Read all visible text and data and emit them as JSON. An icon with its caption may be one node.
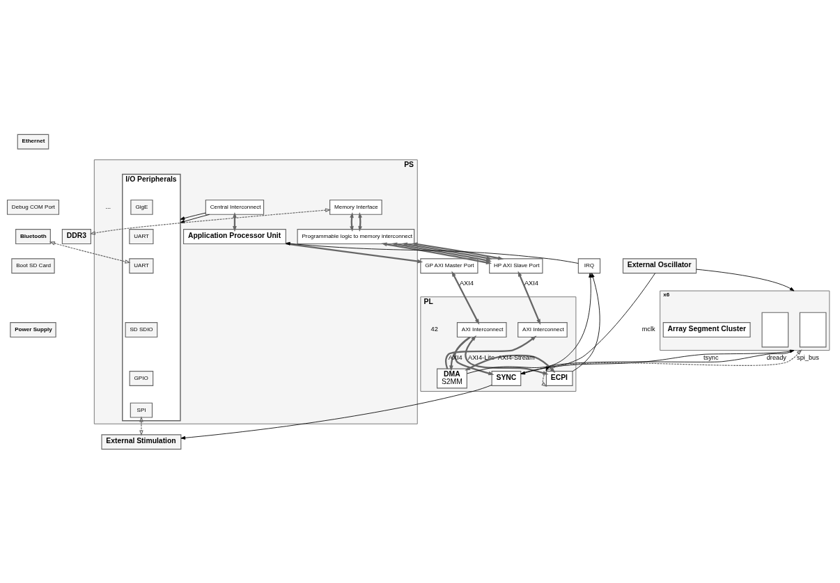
{
  "diagram": {
    "nodes": [
      {
        "text": [
          "Ethernet"
        ]
      },
      {
        "text": [
          "Debug COM Port"
        ]
      },
      {
        "text": [
          "Bluetooth"
        ]
      },
      {
        "text": [
          "Boot SD Card"
        ]
      },
      {
        "text": [
          "Power Supply"
        ]
      },
      {
        "text": [
          "PS"
        ]
      },
      {
        "text": [
          "I/O Peripherals"
        ],
        "in": 5
      },
      {
        "text": [
          "GigE"
        ],
        "in": 6
      },
      {
        "text": [
          "UART"
        ],
        "in": 6
      },
      {
        "text": [
          "UART"
        ],
        "in": 6
      },
      {
        "text": [
          "SD SDIO"
        ],
        "in": 6
      },
      {
        "text": [
          "GPIO"
        ],
        "in": 6
      },
      {
        "text": [
          "SPI"
        ],
        "in": 6
      },
      {
        "text": [
          "Central Interconnect"
        ],
        "in": 5
      },
      {
        "text": [
          "Application Processor Unit"
        ],
        "in": 5
      },
      {
        "text": [
          "Memory Interface"
        ],
        "in": 5
      },
      {
        "text": [
          "Programmable logic to memory interconnect"
        ],
        "in": 5
      },
      {
        "text": [
          "GP AXI Master Port"
        ]
      },
      {
        "text": [
          "HP AXI Slave Port"
        ]
      },
      {
        "text": [
          "IRQ"
        ]
      },
      {
        "text": [
          "DDR3"
        ]
      },
      {
        "text": [
          "PL"
        ]
      },
      {
        "text": [
          "AXI Interconnect"
        ],
        "in": 21
      },
      {
        "text": [
          "AXI Interconnect"
        ],
        "in": 21
      },
      {
        "text": [
          "SYNC"
        ],
        "in": 21
      },
      {
        "text": [
          "DMA",
          "S2MM"
        ],
        "in": 21
      },
      {
        "text": [
          "ECPI"
        ],
        "in": 21
      },
      {
        "text": [
          "External Oscillator"
        ]
      },
      {
        "text": [
          "External Stimulation"
        ]
      },
      {
        "text": [
          "x6"
        ]
      },
      {
        "text": [],
        "shape": "box",
        "in": 29
      },
      {
        "text": [],
        "shape": "box",
        "in": 29
      },
      {
        "text": [
          "Array Segment Cluster"
        ],
        "in": 29
      }
    ],
    "edges": [
      {
        "from": 13,
        "to": 6,
        "arrow": "to",
        "color": "#000000"
      },
      {
        "from": 13,
        "to": 6,
        "arrow": "to",
        "color": "#000000"
      },
      {
        "from": 13,
        "to": 14,
        "arrow": "both"
      },
      {
        "from": 14,
        "to": 17,
        "arrow": "to"
      },
      {
        "from": 2,
        "to": 9,
        "arrow": "both",
        "style": "dashed"
      },
      {
        "from": 12,
        "to": 28,
        "arrow": "both",
        "style": "dashed"
      },
      {
        "from": 15,
        "to": 20,
        "arrow": "both",
        "style": "dashed"
      },
      {
        "from": 15,
        "to": 16,
        "arrow": "both"
      },
      {
        "from": 15,
        "to": 16,
        "arrow": "both"
      },
      {
        "from": 16,
        "to": 18,
        "arrow": "both"
      },
      {
        "from": 16,
        "to": 18,
        "arrow": "both"
      },
      {
        "from": 16,
        "to": 18,
        "arrow": "both"
      },
      {
        "from": 16,
        "to": 18,
        "arrow": "both"
      },
      {
        "from": 19,
        "to": 14,
        "arrow": "to",
        "color": "#000000"
      },
      {
        "from": 17,
        "to": 22,
        "arrow": "both",
        "label": "AXI4"
      },
      {
        "from": 18,
        "to": 23,
        "arrow": "both",
        "label": "AXI4"
      },
      {
        "from": 25,
        "to": 23,
        "arrow": "to",
        "label": "AXI4"
      },
      {
        "from": 22,
        "to": 26,
        "arrow": "both",
        "label": "AXI4-Lite"
      },
      {
        "from": 22,
        "to": 24,
        "arrow": "to"
      },
      {
        "from": 22,
        "to": 25,
        "arrow": "to"
      },
      {
        "from": 26,
        "to": 25,
        "arrow": "both",
        "label": "AXI4-Stream"
      },
      {
        "from": 25,
        "to": 19,
        "arrow": "to",
        "color": "#000000"
      },
      {
        "from": 26,
        "to": 19,
        "arrow": "to",
        "color": "#000000"
      },
      {
        "from": 27,
        "to": 24,
        "arrow": "to",
        "label": "mclk",
        "color": "#000000"
      },
      {
        "from": 27,
        "to": 29,
        "arrow": "to",
        "color": "#000000"
      },
      {
        "from": 24,
        "to": 28,
        "arrow": "to",
        "color": "#000000"
      },
      {
        "from": 24,
        "to": 29,
        "arrow": "to",
        "label": "tsync",
        "color": "#000000"
      },
      {
        "from": 29,
        "to": 26,
        "arrow": "to",
        "label": "dready",
        "color": "#000000"
      },
      {
        "from": 29,
        "to": 26,
        "arrow": "both",
        "label": "spi_bus",
        "style": "dashed"
      }
    ],
    "labels": [
      "...",
      "42"
    ]
  }
}
